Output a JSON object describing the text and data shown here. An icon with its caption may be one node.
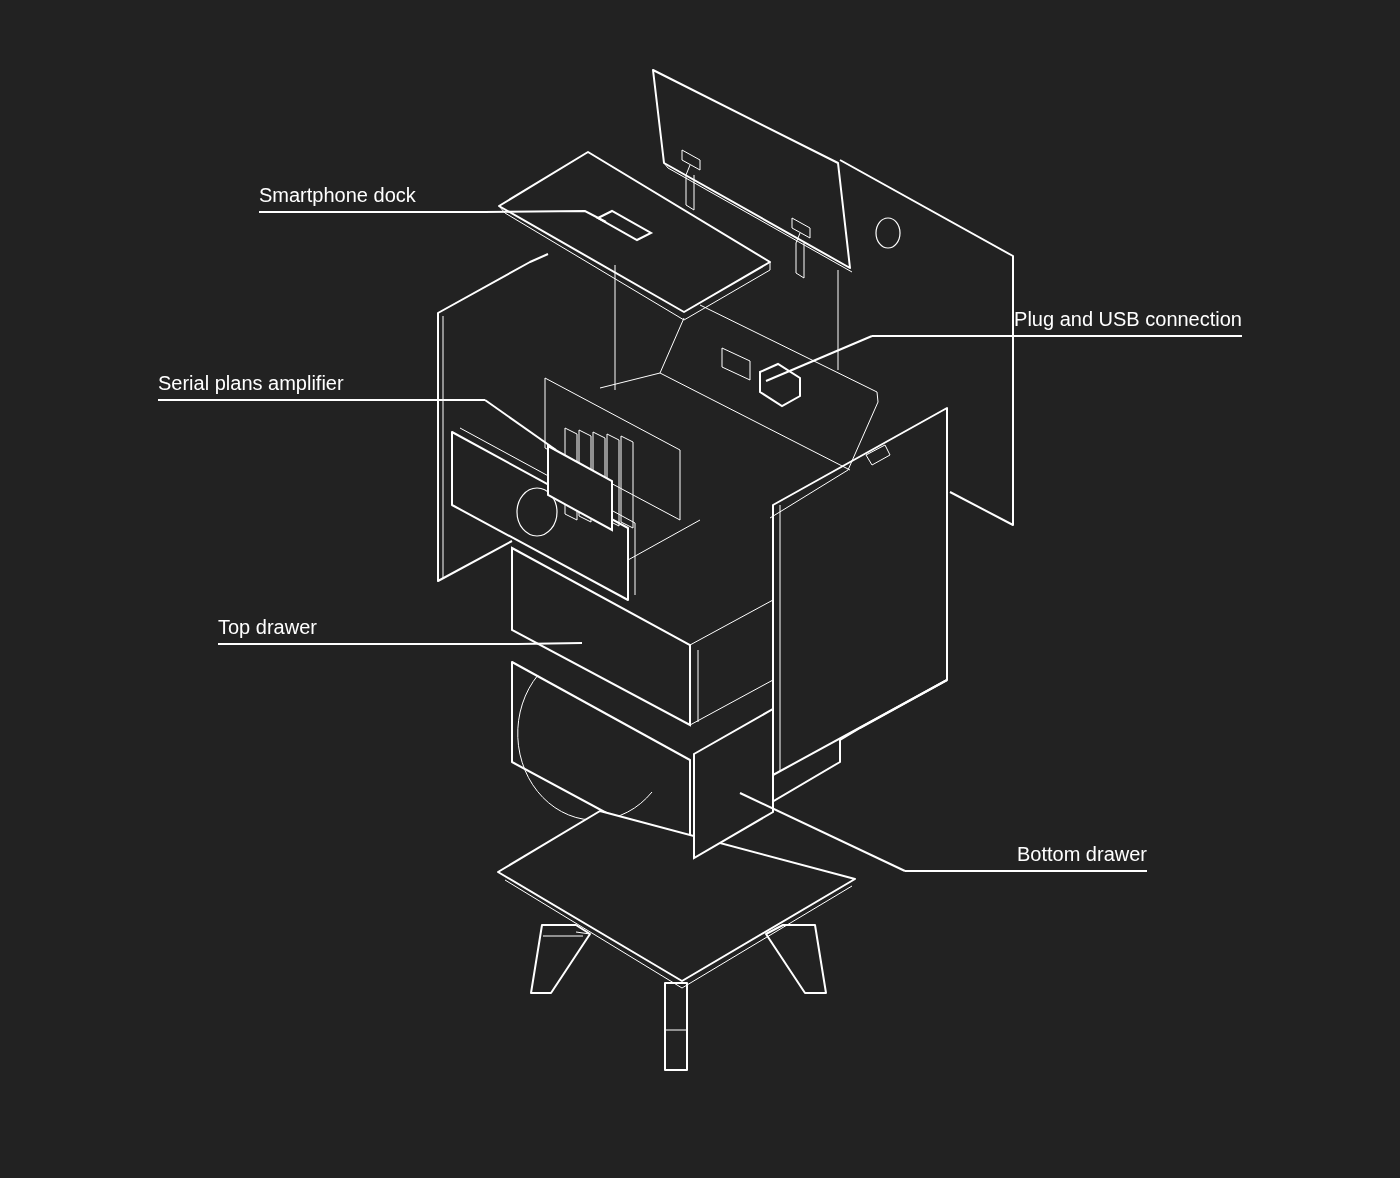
{
  "diagram": {
    "nodes": [
      {
        "text": [
          "Smartphone dock"
        ]
      },
      {
        "text": [
          "Plug and USB connection"
        ]
      },
      {
        "text": [
          "Serial plans amplifier"
        ]
      },
      {
        "text": [
          "Top drawer"
        ]
      },
      {
        "text": [
          "Bottom drawer"
        ]
      },
      {
        "text": [],
        "shape": "box"
      },
      {
        "text": [],
        "shape": "box"
      },
      {
        "text": [],
        "shape": "box"
      },
      {
        "text": [],
        "shape": "box"
      },
      {
        "text": [],
        "shape": "box"
      }
    ],
    "edges": [
      {
        "from": 0,
        "to": 5,
        "arrow": "none"
      },
      {
        "from": 1,
        "to": 7,
        "arrow": "none"
      },
      {
        "from": 2,
        "to": 6,
        "arrow": "none"
      },
      {
        "from": 3,
        "to": 8,
        "arrow": "none"
      },
      {
        "from": 4,
        "to": 9,
        "arrow": "none"
      }
    ]
  }
}
